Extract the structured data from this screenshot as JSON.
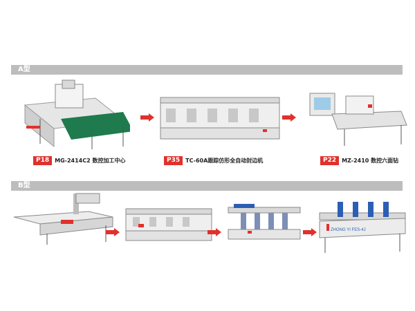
{
  "sections": {
    "a": {
      "label": "A型"
    },
    "b": {
      "label": "B型"
    }
  },
  "captions": [
    {
      "page": "P18",
      "text": "MG-2414C2 数控加工中心"
    },
    {
      "page": "P35",
      "text": "TC-60A跟踪仿形全自动封边机"
    },
    {
      "page": "P22",
      "text": "MZ-2410 数控六面钻"
    }
  ],
  "machine_markings": {
    "b4_side": "ZHONG YI FES-4J"
  },
  "colors": {
    "bar": "#bdbdbd",
    "accent_red": "#e0312c",
    "conveyor_green": "#1f7a4d"
  },
  "icons": {
    "arrow": "right-arrow-icon"
  }
}
